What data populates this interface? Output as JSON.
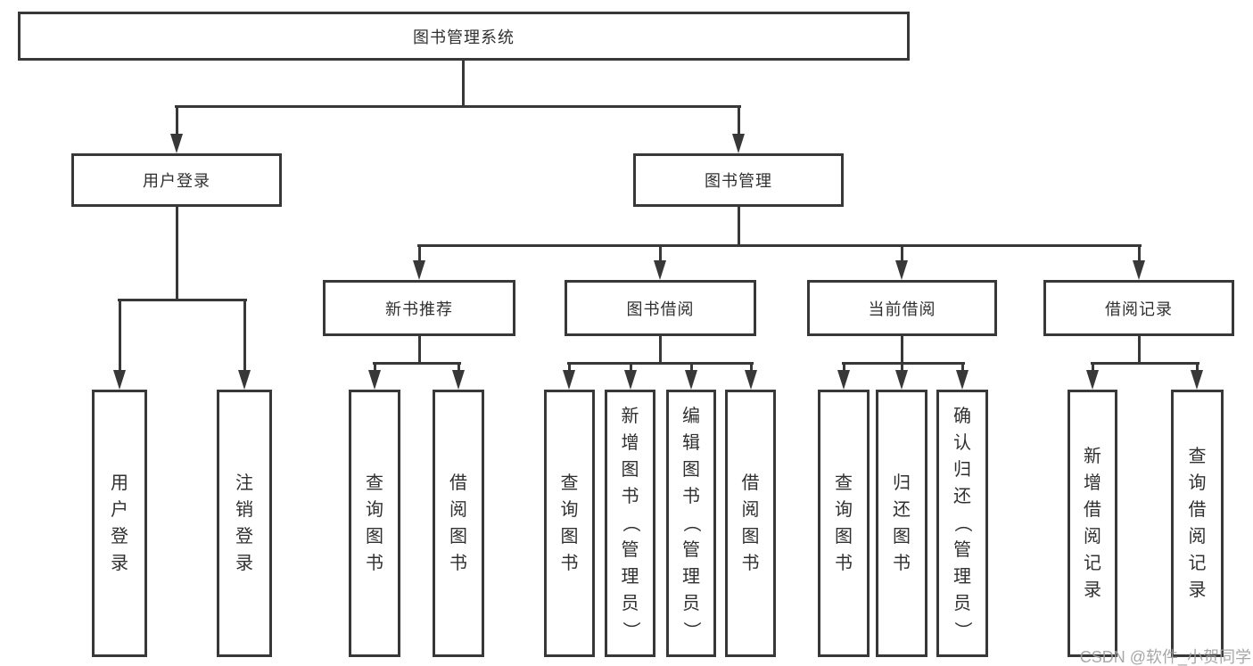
{
  "diagram": {
    "root": {
      "label": "图书管理系统"
    },
    "level2": [
      {
        "label": "用户登录"
      },
      {
        "label": "图书管理"
      }
    ],
    "level3": [
      {
        "label": "新书推荐"
      },
      {
        "label": "图书借阅"
      },
      {
        "label": "当前借阅"
      },
      {
        "label": "借阅记录"
      }
    ],
    "leaves": [
      {
        "label": "用户登录"
      },
      {
        "label": "注销登录"
      },
      {
        "label": "查询图书"
      },
      {
        "label": "借阅图书"
      },
      {
        "label": "查询图书"
      },
      {
        "label": "新增图书（管理员）"
      },
      {
        "label": "编辑图书（管理员）"
      },
      {
        "label": "借阅图书"
      },
      {
        "label": "查询图书"
      },
      {
        "label": "归还图书"
      },
      {
        "label": "确认归还（管理员）"
      },
      {
        "label": "新增借阅记录"
      },
      {
        "label": "查询借阅记录"
      }
    ]
  },
  "watermark": "CSDN @软件_小贺同学",
  "colors": {
    "line": "#383838",
    "text": "#303030",
    "watermark": "#9e9e9e",
    "background": "#ffffff"
  }
}
